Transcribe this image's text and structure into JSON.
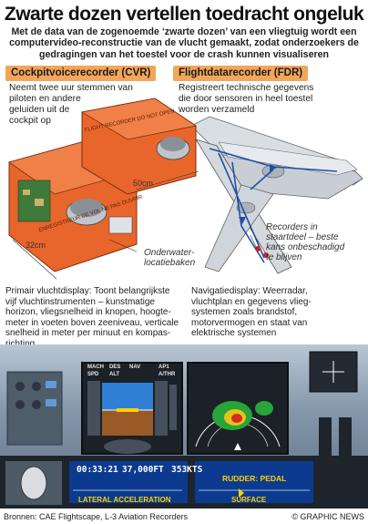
{
  "title": "Zwarte dozen vertellen toedracht ongeluk",
  "intro": "Met de data van de zogenoemde ‘zwarte dozen’ van een vliegtuig wordt een computervideo-reconstructie van de vlucht gemaakt, zodat onderzoekers de gedragingen van het toestel voor de crash kunnen visualiseren",
  "cvr": {
    "label": "Cockpitvoicerecorder (CVR)",
    "caption_lines": [
      "Neemt twee uur stemmen van",
      "piloten en andere",
      "geluiden uit de",
      "cockpit op"
    ],
    "stamp": "FLIGHT RECORDER DO NOT OPEN",
    "stamp2": "ENREGISTREUR DE VOL NE PAS OUVRIR"
  },
  "fdr": {
    "label": "Flightdatarecorder (FDR)",
    "caption_lines": [
      "Registreert technische gegevens",
      "die door sensoren in heel toestel",
      "worden verzameld"
    ]
  },
  "dims": {
    "width": "50cm",
    "depth": "32cm"
  },
  "beacon_lines": [
    "Onderwater-",
    "locatiebaken"
  ],
  "recorders_lines": [
    "Recorders in",
    "staartdeel – beste",
    "kans onbeschadigd",
    "te blijven"
  ],
  "pfd": {
    "head": "Primair vluchtdisplay:",
    "lines": [
      "Primair vluchtdisplay: Toont belangrijkste",
      "vijf vluchtinstrumenten – kunstmatige",
      "horizon, vliegsnelheid in knopen, hoogte-",
      "meter in voeten boven zeeniveau, verticale",
      "snelheid in meter per minuut en kompas-",
      "richting"
    ]
  },
  "nd": {
    "head": "Navigatiedisplay:",
    "lines": [
      "Navigatiedisplay: Weerradar,",
      "vluchtplan en gegevens vlieg-",
      "systemen zoals brandstof,",
      "motorvermogen en staat van",
      "elektrische systemen"
    ]
  },
  "readouts": {
    "time": "00:33:21",
    "altitude": "37,000FT",
    "speed": "353KTS",
    "lateral": "LATERAL ACCELERATION",
    "rudder": "RUDDER: PEDAL",
    "surface": "SURFACE"
  },
  "pfd_tags": [
    "MACH",
    "DES",
    "NAV",
    "AP1",
    "SPD",
    "ALT",
    "A/THR"
  ],
  "footer": {
    "sources": "Bronnen: CAE Flightscape, L-3 Aviation Recorders",
    "credit": "© GRAPHIC NEWS"
  },
  "colors": {
    "orange_label": "#f2a65a",
    "recorder_orange": "#e8652b",
    "plane_blue": "#1f4fa3",
    "display_blue": "#2466c8"
  }
}
